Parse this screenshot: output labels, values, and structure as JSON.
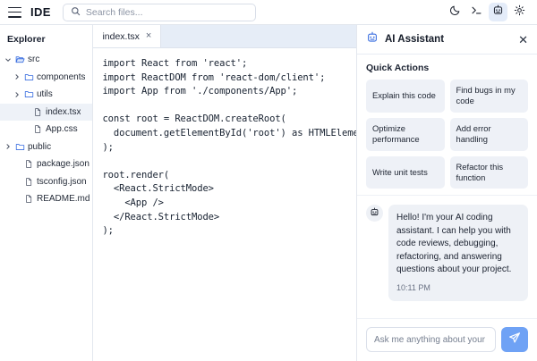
{
  "topbar": {
    "menu_icon": "hamburger-icon",
    "brand": "IDE",
    "search": {
      "placeholder": "Search files...",
      "icon": "search-icon",
      "value": ""
    },
    "tools": [
      {
        "name": "dark-mode-toggle",
        "icon": "moon-icon",
        "active": false
      },
      {
        "name": "terminal-toggle",
        "icon": "terminal-icon",
        "active": false
      },
      {
        "name": "ai-assistant-toggle",
        "icon": "robot-icon",
        "active": true
      },
      {
        "name": "settings-button",
        "icon": "gear-icon",
        "active": false
      }
    ]
  },
  "sidebar": {
    "title": "Explorer",
    "items": [
      {
        "label": "src",
        "type": "folder",
        "depth": 0,
        "expanded": true,
        "selected": false
      },
      {
        "label": "components",
        "type": "folder",
        "depth": 1,
        "expanded": false,
        "selected": false
      },
      {
        "label": "utils",
        "type": "folder",
        "depth": 1,
        "expanded": false,
        "selected": false
      },
      {
        "label": "index.tsx",
        "type": "file",
        "depth": 2,
        "expanded": false,
        "selected": true
      },
      {
        "label": "App.css",
        "type": "file",
        "depth": 2,
        "expanded": false,
        "selected": false
      },
      {
        "label": "public",
        "type": "folder",
        "depth": 0,
        "expanded": false,
        "selected": false
      },
      {
        "label": "package.json",
        "type": "file",
        "depth": 1,
        "expanded": false,
        "selected": false
      },
      {
        "label": "tsconfig.json",
        "type": "file",
        "depth": 1,
        "expanded": false,
        "selected": false
      },
      {
        "label": "README.md",
        "type": "file",
        "depth": 1,
        "expanded": false,
        "selected": false
      }
    ]
  },
  "editor": {
    "tabs": [
      {
        "label": "index.tsx",
        "active": true,
        "close_icon": "close-icon",
        "close_label": "×"
      }
    ],
    "code": "import React from 'react';\nimport ReactDOM from 'react-dom/client';\nimport App from './components/App';\n\nconst root = ReactDOM.createRoot(\n  document.getElementById('root') as HTMLElement\n);\n\nroot.render(\n  <React.StrictMode>\n    <App />\n  </React.StrictMode>\n);"
  },
  "ai_panel": {
    "title": "AI Assistant",
    "icon": "robot-icon",
    "close_label": "✕",
    "quick_actions_title": "Quick Actions",
    "quick_actions": [
      {
        "label": "Explain this code"
      },
      {
        "label": "Find bugs in my code"
      },
      {
        "label": "Optimize performance"
      },
      {
        "label": "Add error handling"
      },
      {
        "label": "Write unit tests"
      },
      {
        "label": "Refactor this function"
      }
    ],
    "messages": [
      {
        "author_icon": "robot-icon",
        "text": "Hello! I'm your AI coding assistant. I can help you with code reviews, debugging, refactoring, and answering questions about your project.",
        "time": "10:11 PM"
      }
    ],
    "composer": {
      "placeholder": "Ask me anything about your",
      "value": "",
      "send_icon": "send-icon"
    }
  },
  "colors": {
    "accent_blue": "#3b6fe0",
    "send_button": "#6fa2f5",
    "tabbar_bg": "#e6edf7",
    "panel_surface": "#eef1f6",
    "folder_blue": "#3b6fe0"
  }
}
